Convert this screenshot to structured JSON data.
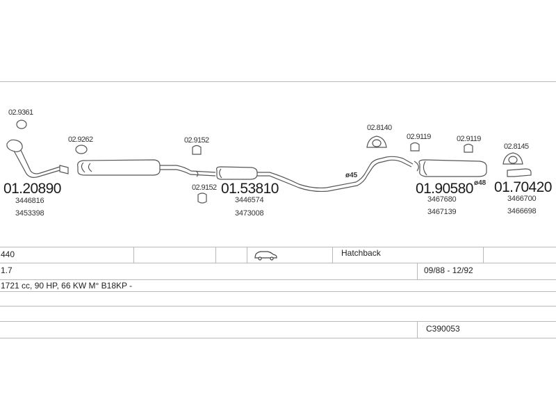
{
  "parts": {
    "gasket_top_left": "02.9361",
    "gasket_front": "02.9262",
    "clamp_mid_top": "02.9152",
    "clamp_mid_bottom": "02.9152",
    "hanger_rear_1": "02.8140",
    "clamp_rear_1": "02.9119",
    "clamp_rear_2": "02.9119",
    "hanger_rear_2": "02.8145",
    "front_pipe": {
      "code": "01.20890",
      "refs": [
        "3446816",
        "3453398"
      ]
    },
    "middle_silencer": {
      "code": "01.53810",
      "refs": [
        "3446574",
        "3473008"
      ]
    },
    "rear_silencer": {
      "code": "01.90580",
      "refs": [
        "3467680",
        "3467139"
      ]
    },
    "tail_pipe": {
      "code": "01.70420",
      "refs": [
        "3466700",
        "3466698"
      ]
    },
    "diam_45": "ø45",
    "diam_48": "ø48"
  },
  "vehicle": {
    "model": "440",
    "body_type": "Hatchback",
    "engine": "1.7",
    "years": "09/88 - 12/92",
    "spec": "1721 cc, 90 HP, 66 KW M° B18KP -",
    "kit_code": "C390053",
    "car_icon": "hatchback-car-icon"
  }
}
